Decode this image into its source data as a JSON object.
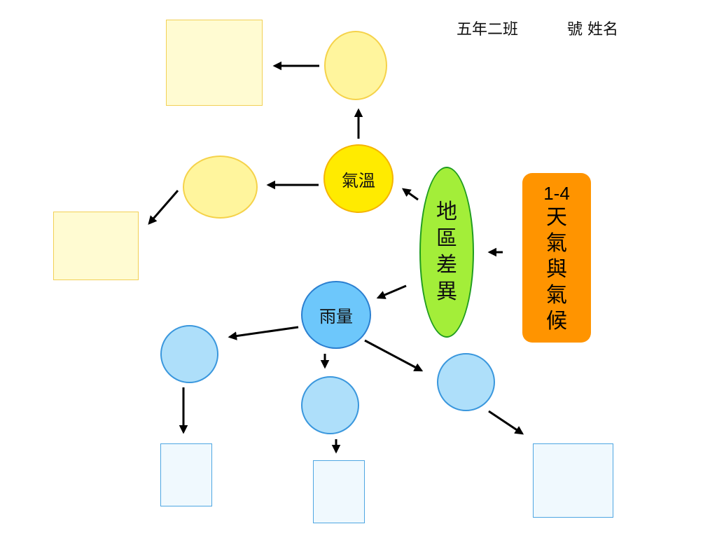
{
  "header": {
    "class_label": "五年二班",
    "name_label": "號 姓名"
  },
  "title": {
    "code": "1-4",
    "chars": [
      "天",
      "氣",
      "與",
      "氣",
      "候"
    ]
  },
  "region": {
    "chars": [
      "地",
      "區",
      "差",
      "異"
    ]
  },
  "temperature_label": "氣溫",
  "rainfall_label": "雨量",
  "colors": {
    "title_box": "#ff9400",
    "region": "#a3ee39",
    "temperature": "#ffeb00",
    "rainfall": "#6dc7fb",
    "yellow_blank": "#fff59d",
    "blue_blank": "#aedffa"
  }
}
